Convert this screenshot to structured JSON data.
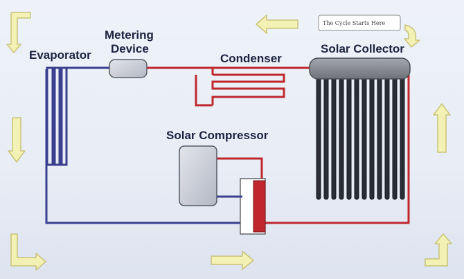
{
  "labels": {
    "evaporator": "Evaporator",
    "metering_line1": "Metering",
    "metering_line2": "Device",
    "condenser": "Condenser",
    "solar_collector": "Solar Collector",
    "solar_compressor": "Solar Compressor"
  },
  "note": "The Cycle Starts Here",
  "colors": {
    "hot_line": "#c0272d",
    "cold_line": "#3a3f8f",
    "arrow_fill": "#f3f1b4",
    "arrow_stroke": "#c9c37a",
    "component_fill": "#c9ccd6",
    "collector_fill": "#8e9199",
    "tube_fill": "#2a2d36"
  },
  "flow_arrows": [
    "right",
    "down",
    "left",
    "up",
    "curved"
  ]
}
